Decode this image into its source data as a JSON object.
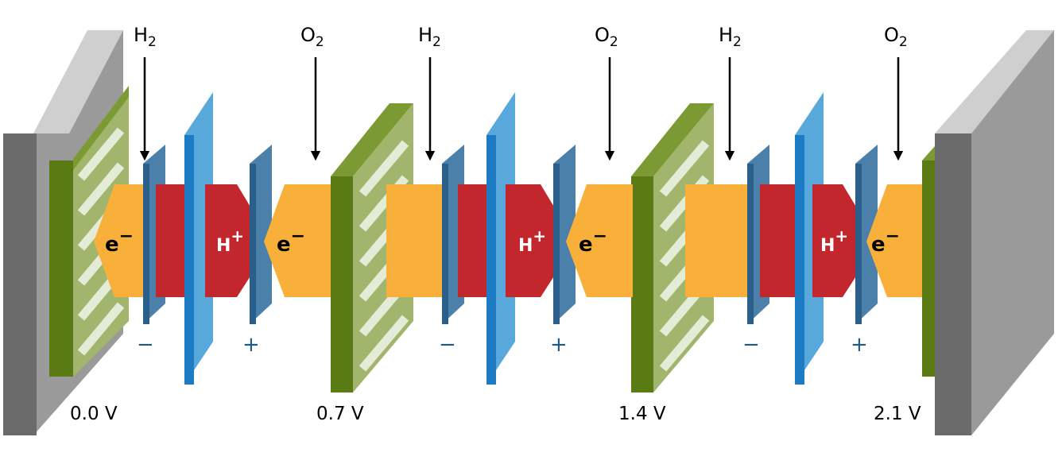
{
  "diagram": {
    "gas_inlets": [
      {
        "symbol": "H",
        "sub": "2"
      },
      {
        "symbol": "O",
        "sub": "2"
      },
      {
        "symbol": "H",
        "sub": "2"
      },
      {
        "symbol": "O",
        "sub": "2"
      },
      {
        "symbol": "H",
        "sub": "2"
      },
      {
        "symbol": "O",
        "sub": "2"
      }
    ],
    "voltages": [
      "0.0 V",
      "0.7 V",
      "1.4 V",
      "2.1 V"
    ],
    "electron_label": {
      "base": "e",
      "sup": "−"
    },
    "proton_label": {
      "base": "H",
      "sup": "+"
    },
    "polarity": {
      "negative": "−",
      "positive": "+"
    },
    "colors": {
      "end_plate": "#6b6b6b",
      "interconnect": "#5a7a14",
      "stripes": "#9bb06a",
      "electrode": "#2e6a98",
      "membrane": "#4aa0d8",
      "electron_region": "#f9b03a",
      "proton_region": "#c1272d"
    }
  }
}
